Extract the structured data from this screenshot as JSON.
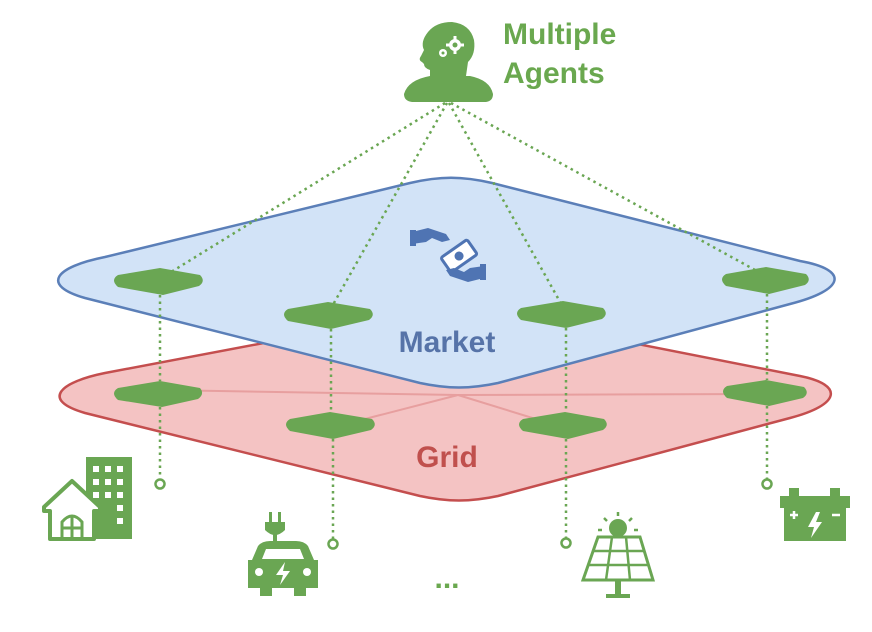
{
  "agents": {
    "title_line1": "Multiple",
    "title_line2": "Agents",
    "icon": "agent-head-with-gears-icon"
  },
  "market": {
    "label": "Market",
    "icon": "money-exchange-hands-icon"
  },
  "grid": {
    "label": "Grid"
  },
  "devices": [
    {
      "name": "building-house",
      "icon": "house-and-building-icon"
    },
    {
      "name": "electric-vehicle",
      "icon": "ev-charging-car-icon"
    },
    {
      "name": "solar-panel",
      "icon": "solar-panel-sun-icon"
    },
    {
      "name": "battery",
      "icon": "battery-icon"
    }
  ],
  "ellipsis": "...",
  "colors": {
    "green": "#6aa84f",
    "node_green": "#6aa653",
    "market_fill": "#d2e3f7",
    "market_stroke": "#5b7fb8",
    "market_text": "#5673a8",
    "grid_fill": "#f4c3c3",
    "grid_stroke": "#c44e4e",
    "grid_text": "#c0504d",
    "grid_inner_lines": "#e79f9f"
  }
}
